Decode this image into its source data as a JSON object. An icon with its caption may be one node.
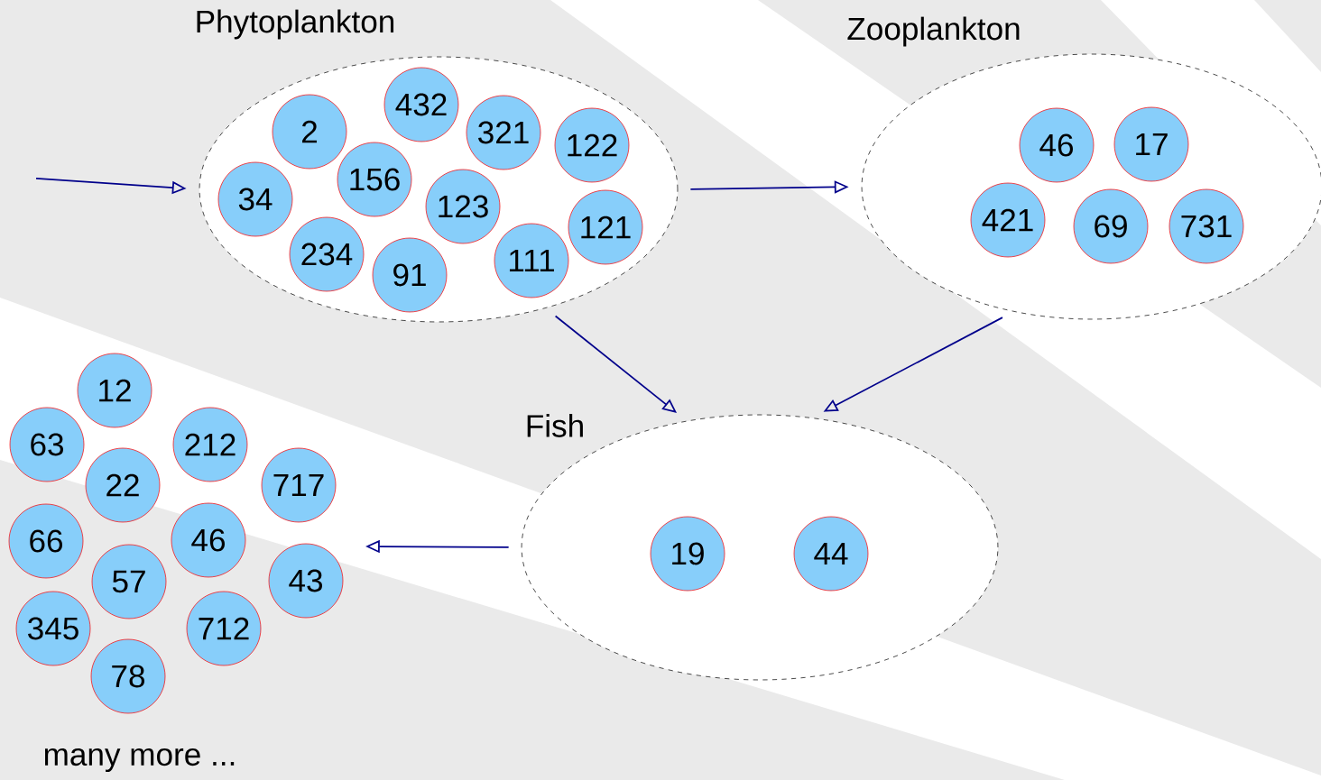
{
  "diagram": {
    "nodes": [
      {
        "text": [
          "Phytoplankton"
        ]
      },
      {
        "text": [
          "2"
        ],
        "in": 0
      },
      {
        "text": [
          "432"
        ],
        "in": 0
      },
      {
        "text": [
          "321"
        ],
        "in": 0
      },
      {
        "text": [
          "122"
        ],
        "in": 0
      },
      {
        "text": [
          "34"
        ],
        "in": 0
      },
      {
        "text": [
          "156"
        ],
        "in": 0
      },
      {
        "text": [
          "123"
        ],
        "in": 0
      },
      {
        "text": [
          "121"
        ],
        "in": 0
      },
      {
        "text": [
          "234"
        ],
        "in": 0
      },
      {
        "text": [
          "91"
        ],
        "in": 0
      },
      {
        "text": [
          "111"
        ],
        "in": 0
      },
      {
        "text": [
          "Zooplankton"
        ]
      },
      {
        "text": [
          "46"
        ],
        "in": 12
      },
      {
        "text": [
          "17"
        ],
        "in": 12
      },
      {
        "text": [
          "421"
        ],
        "in": 12
      },
      {
        "text": [
          "69"
        ],
        "in": 12
      },
      {
        "text": [
          "731"
        ],
        "in": 12
      },
      {
        "text": [
          "Fish"
        ]
      },
      {
        "text": [
          "19"
        ],
        "in": 18
      },
      {
        "text": [
          "44"
        ],
        "in": 18
      },
      {
        "text": [
          "12"
        ]
      },
      {
        "text": [
          "63"
        ]
      },
      {
        "text": [
          "212"
        ]
      },
      {
        "text": [
          "22"
        ]
      },
      {
        "text": [
          "717"
        ]
      },
      {
        "text": [
          "66"
        ]
      },
      {
        "text": [
          "46"
        ]
      },
      {
        "text": [
          "57"
        ]
      },
      {
        "text": [
          "43"
        ]
      },
      {
        "text": [
          "345"
        ]
      },
      {
        "text": [
          "712"
        ]
      },
      {
        "text": [
          "78"
        ]
      }
    ],
    "edges": [
      {
        "from": null,
        "to": 0,
        "arrow": "to"
      },
      {
        "from": 0,
        "to": 12,
        "arrow": "to"
      },
      {
        "from": 0,
        "to": 18,
        "arrow": "to"
      },
      {
        "from": 12,
        "to": 18,
        "arrow": "to"
      },
      {
        "from": 18,
        "to": null,
        "arrow": "to"
      }
    ],
    "labels": [
      "many more ..."
    ]
  }
}
